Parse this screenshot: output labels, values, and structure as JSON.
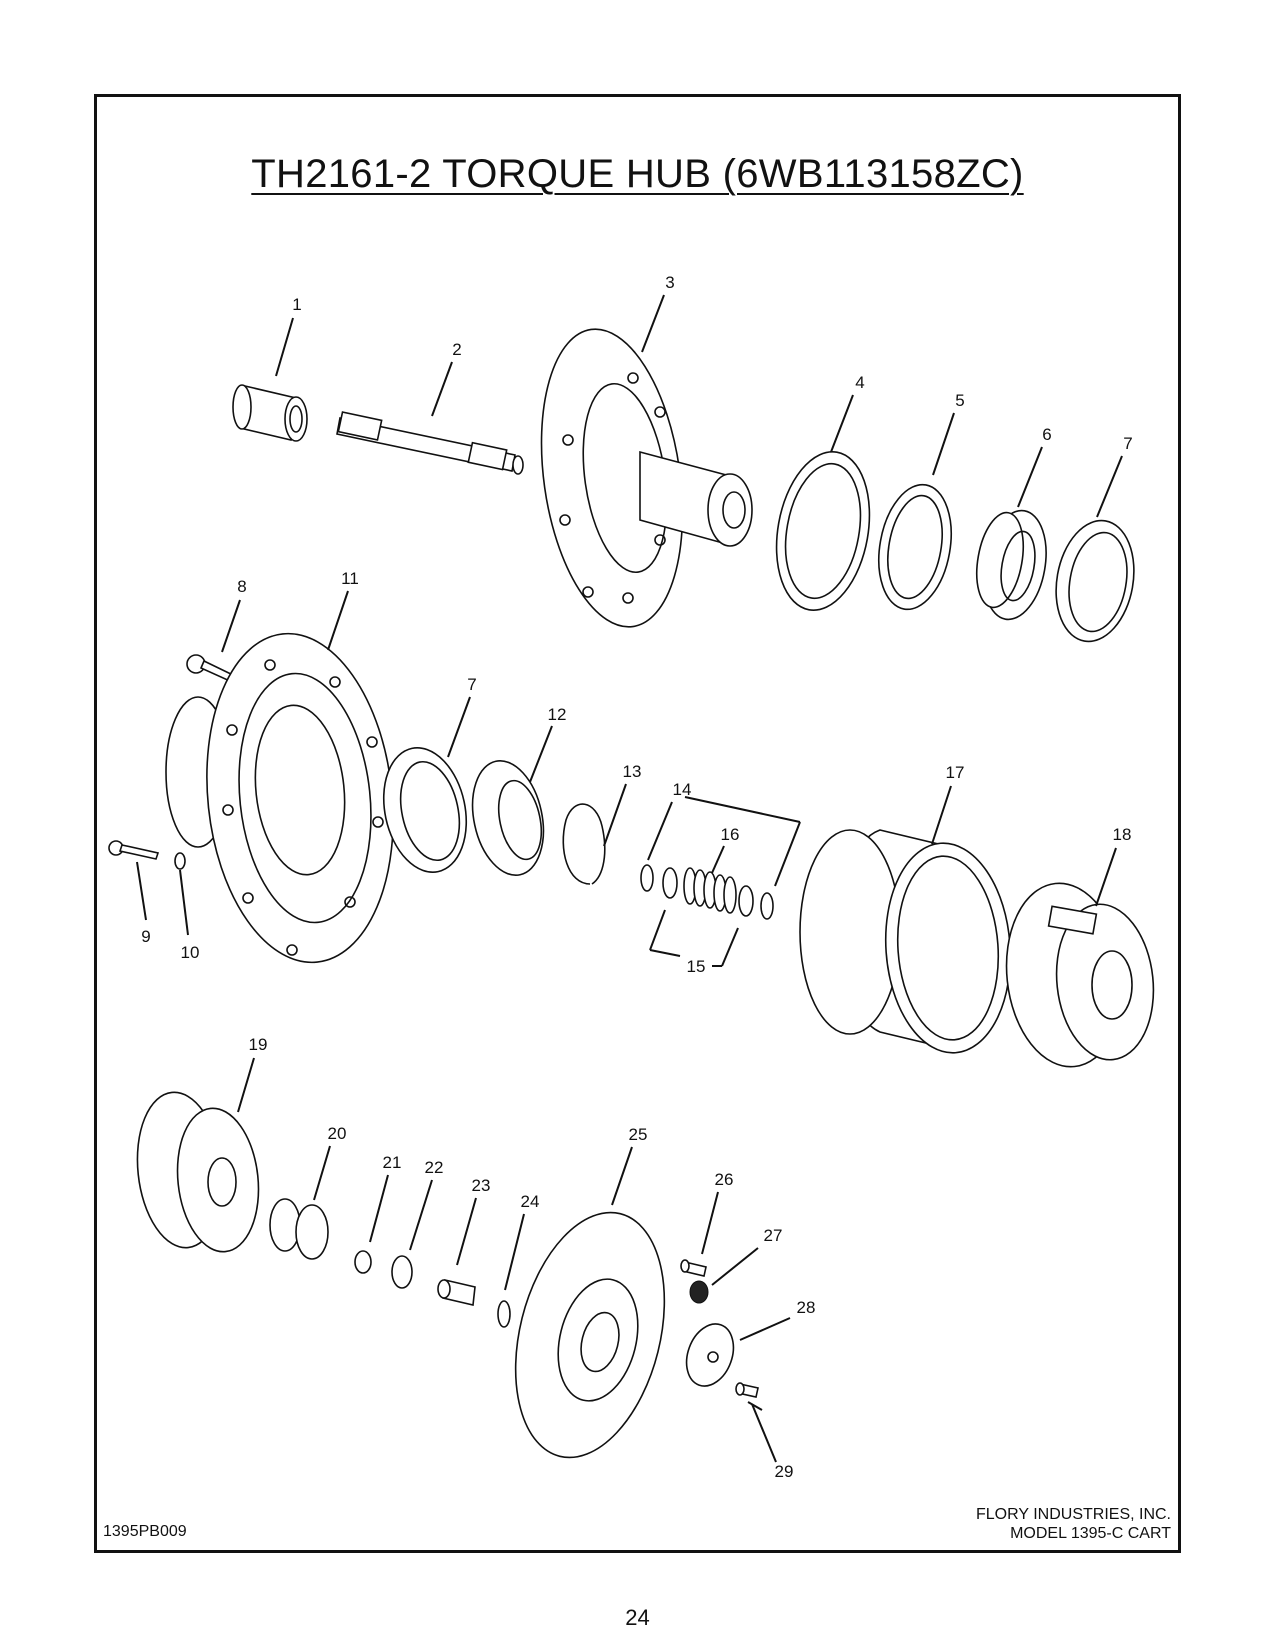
{
  "document": {
    "title": "TH2161-2 TORQUE HUB (6WB113158ZC)",
    "figure_id": "1395PB009",
    "company": "FLORY INDUSTRIES, INC.",
    "model": "MODEL 1395-C CART",
    "page_number": "24"
  },
  "callouts": {
    "c1": "1",
    "c2": "2",
    "c3": "3",
    "c4": "4",
    "c5": "5",
    "c6": "6",
    "c7a": "7",
    "c7b": "7",
    "c8": "8",
    "c9": "9",
    "c10": "10",
    "c11": "11",
    "c12": "12",
    "c13": "13",
    "c14": "14",
    "c15": "15",
    "c16": "16",
    "c17": "17",
    "c18": "18",
    "c19": "19",
    "c20": "20",
    "c21": "21",
    "c22": "22",
    "c23": "23",
    "c24": "24",
    "c25": "25",
    "c26": "26",
    "c27": "27",
    "c28": "28",
    "c29": "29"
  }
}
